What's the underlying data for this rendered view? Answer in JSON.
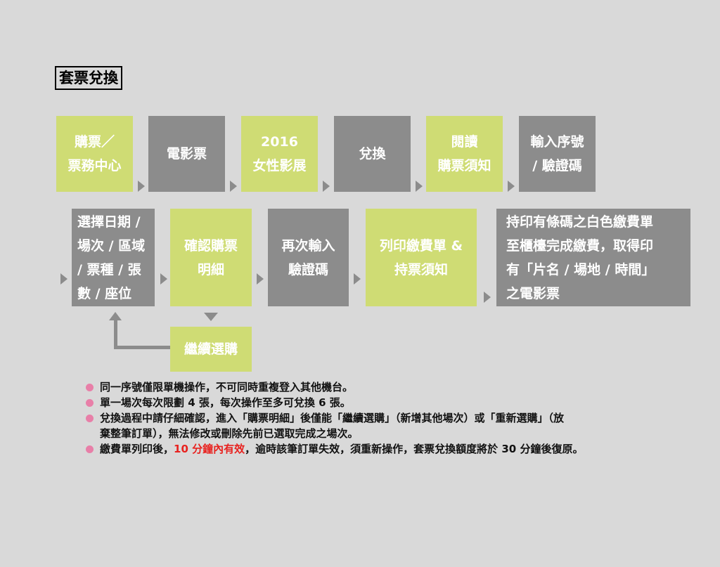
{
  "title": "套票兌換",
  "row1": [
    {
      "label": "購票／\n票務中心",
      "style": "green"
    },
    {
      "label": "電影票",
      "style": "grey"
    },
    {
      "label": "2016\n女性影展",
      "style": "green"
    },
    {
      "label": "兌換",
      "style": "grey"
    },
    {
      "label": "閱讀\n購票須知",
      "style": "green"
    },
    {
      "label": "輸入序號\n/ 驗證碼",
      "style": "grey"
    }
  ],
  "row2": [
    {
      "label": "選擇日期 /\n場次 / 區域\n/ 票種 / 張\n數 / 座位",
      "style": "grey"
    },
    {
      "label": "確認購票\n明細",
      "style": "green"
    },
    {
      "label": "再次輸入\n驗證碼",
      "style": "grey"
    },
    {
      "label": "列印繳費單 &\n持票須知",
      "style": "green"
    },
    {
      "label": "持印有條碼之白色繳費單\n至櫃檯完成繳費，取得印\n有「片名 / 場地 / 時間」\n之電影票",
      "style": "grey"
    }
  ],
  "continue_box": "繼續選購",
  "notes": {
    "n1": "同一序號僅限單機操作，不可同時重複登入其他機台。",
    "n2": "單一場次每次限劃 4 張，每次操作至多可兌換 6 張。",
    "n3a": "兌換過程中請仔細確認，進入「購票明細」後僅能「繼續選購」（新增其他場次）或「重新選購」（放",
    "n3b": "棄整筆訂單），無法修改或刪除先前已選取完成之場次。",
    "n4a": "繳費單列印後，",
    "n4b": "10 分鐘內有效",
    "n4c": "，逾時該筆訂單失效，須重新操作，套票兌換額度將於 30 分鐘後復原。"
  },
  "colors": {
    "green": "#cfdc74",
    "grey": "#8c8c8c",
    "background": "#d9d9d9",
    "bullet": "#e87fa8",
    "highlight": "#e8221f"
  }
}
